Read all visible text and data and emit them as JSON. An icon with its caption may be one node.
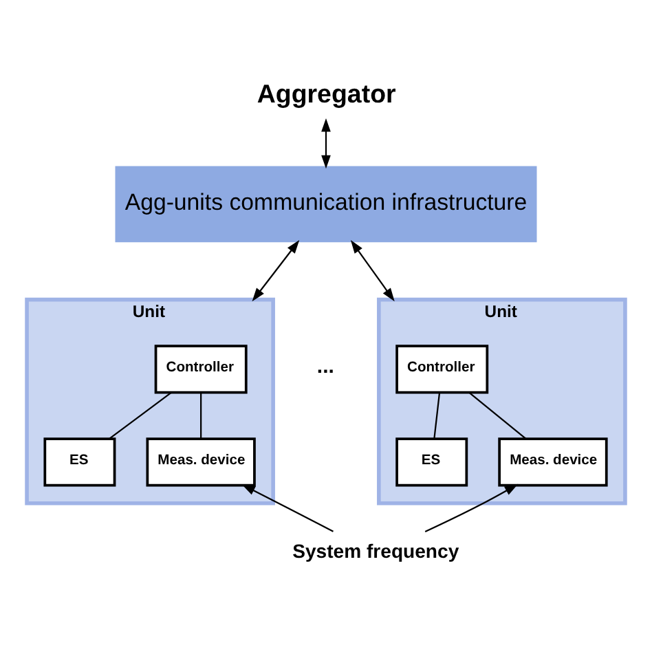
{
  "diagram": {
    "nodes": [
      {
        "text": [
          "Aggregator"
        ]
      },
      {
        "text": [
          "Agg-units communication infrastructure"
        ]
      },
      {
        "text": [
          "Unit"
        ]
      },
      {
        "text": [
          "Controller"
        ],
        "in": 2
      },
      {
        "text": [
          "ES"
        ],
        "in": 2
      },
      {
        "text": [
          "Meas. device"
        ],
        "in": 2
      },
      {
        "text": [
          "Unit"
        ]
      },
      {
        "text": [
          "Controller"
        ],
        "in": 6
      },
      {
        "text": [
          "ES"
        ],
        "in": 6
      },
      {
        "text": [
          "Meas. device"
        ],
        "in": 6
      },
      {
        "text": [
          "System frequency"
        ]
      }
    ],
    "edges": [
      {
        "from": 0,
        "to": 1,
        "arrow": "both"
      },
      {
        "from": 1,
        "to": 2,
        "arrow": "both"
      },
      {
        "from": 1,
        "to": 6,
        "arrow": "both"
      },
      {
        "from": 3,
        "to": 4,
        "arrow": "none"
      },
      {
        "from": 3,
        "to": 5,
        "arrow": "none"
      },
      {
        "from": 7,
        "to": 8,
        "arrow": "none"
      },
      {
        "from": 7,
        "to": 9,
        "arrow": "none"
      },
      {
        "from": 10,
        "to": 5,
        "arrow": "to"
      },
      {
        "from": 10,
        "to": 9,
        "arrow": "to"
      }
    ],
    "labels": [
      "..."
    ]
  }
}
